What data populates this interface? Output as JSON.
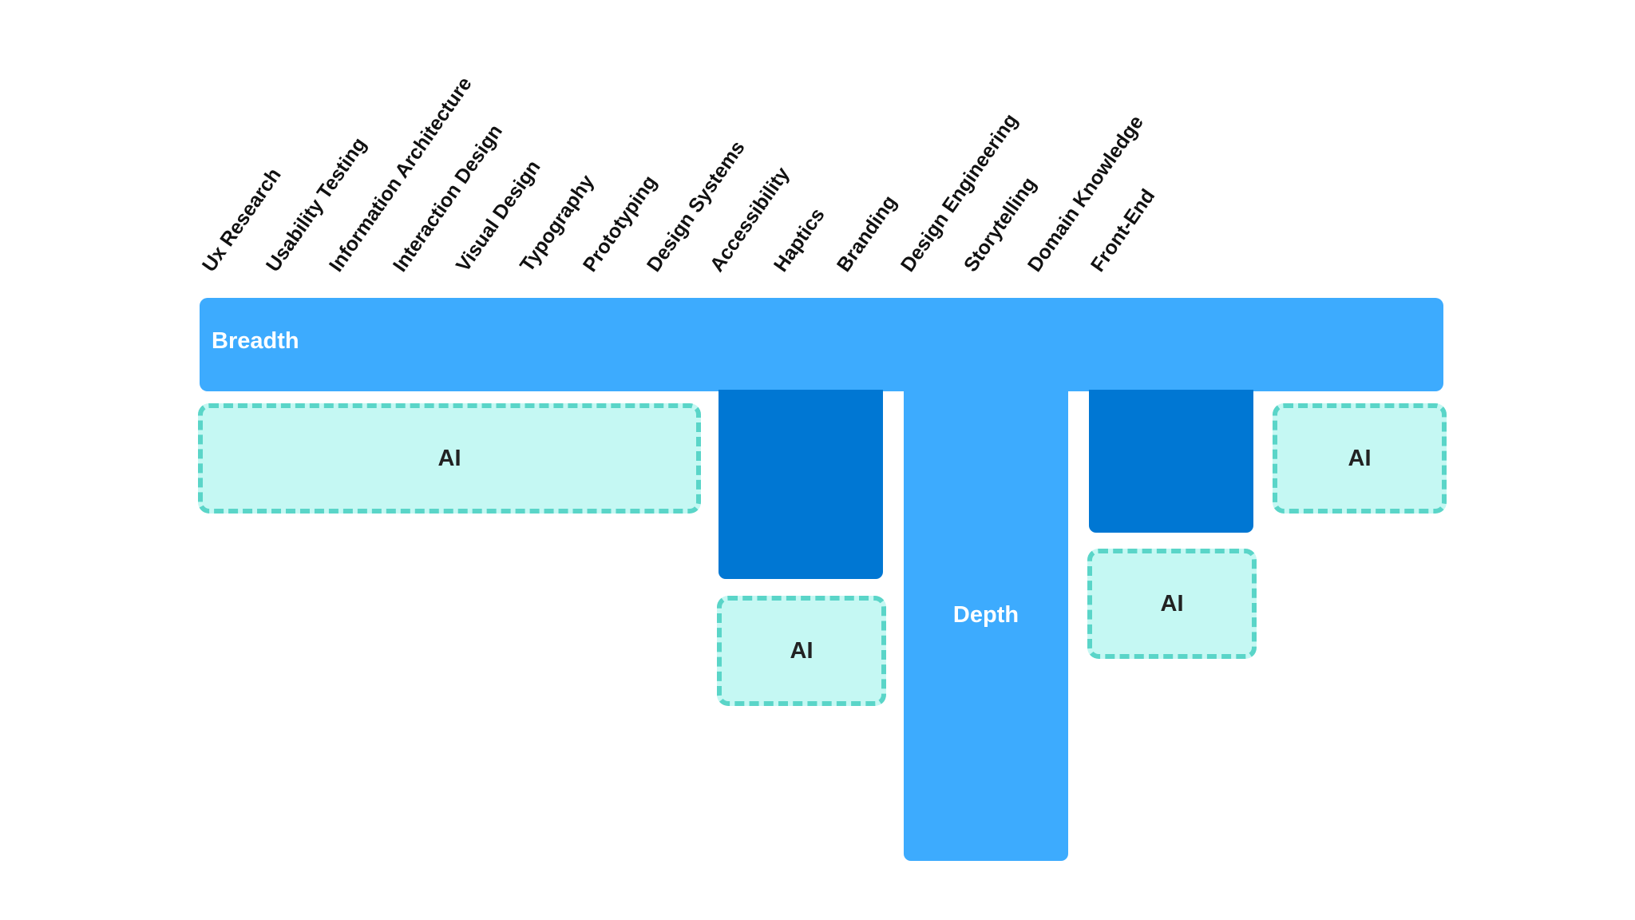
{
  "skills": [
    "Ux Research",
    "Usability Testing",
    "Information Architecture",
    "Interaction Design",
    "Visual Design",
    "Typography",
    "Prototyping",
    "Design Systems",
    "Accessibility",
    "Haptics",
    "Branding",
    "Design Engineering",
    "Storytelling",
    "Domain Knowledge",
    "Front-End"
  ],
  "breadth_label": "Breadth",
  "depth_label": "Depth",
  "ai_boxes": [
    "AI",
    "AI",
    "AI",
    "AI"
  ],
  "colors": {
    "breadth": "#3DABFE",
    "depth": "#3DABFE",
    "secondary_depth": "#0077D3",
    "ai_fill": "#C5F8F3",
    "ai_border": "#5AD5C8"
  }
}
